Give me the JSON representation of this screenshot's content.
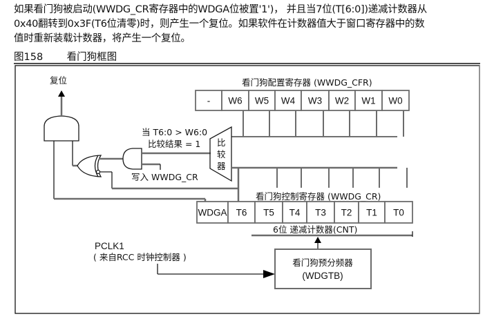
{
  "paragraph": {
    "lines": [
      "如果看门狗被启动(WWDG_CR寄存器中的WDGA位被置'1')， 并且当7位(T[6:0])递减计数器从",
      "0x40翻转到0x3F(T6位清零)时，则产生一个复位。如果软件在计数器值大于窗口寄存器中的数",
      "值时重新装载计数器，将产生一个复位。"
    ]
  },
  "figure": {
    "number": "图158",
    "title": "看门狗框图"
  },
  "diagram": {
    "reset_label": "复位",
    "cfr_register": {
      "title": "看门狗配置寄存器 (WWDG_CFR)",
      "bits": [
        "-",
        "W6",
        "W5",
        "W4",
        "W3",
        "W2",
        "W1",
        "W0"
      ]
    },
    "cr_register": {
      "title": "看门狗控制寄存器 (WWDG_CR)",
      "bits": [
        "WDGA",
        "T6",
        "T5",
        "T4",
        "T3",
        "T2",
        "T1",
        "T0"
      ]
    },
    "comparator": {
      "label_chars": [
        "比",
        "较",
        "器"
      ],
      "condition_line1": "当 T6:0 > W6:0",
      "condition_line2": "比较结果 = 1"
    },
    "write_label": "写入 WWDG_CR",
    "counter_label": "6位 递减计数器(CNT)",
    "clock": {
      "line1": "PCLK1",
      "line2": "( 来自RCC 时钟控制器 )"
    },
    "prescaler": {
      "line1": "看门狗预分频器",
      "line2": "(WDGTB)"
    }
  },
  "colors": {
    "line": "#6b6b6b",
    "outline": "#1a1a1a"
  }
}
